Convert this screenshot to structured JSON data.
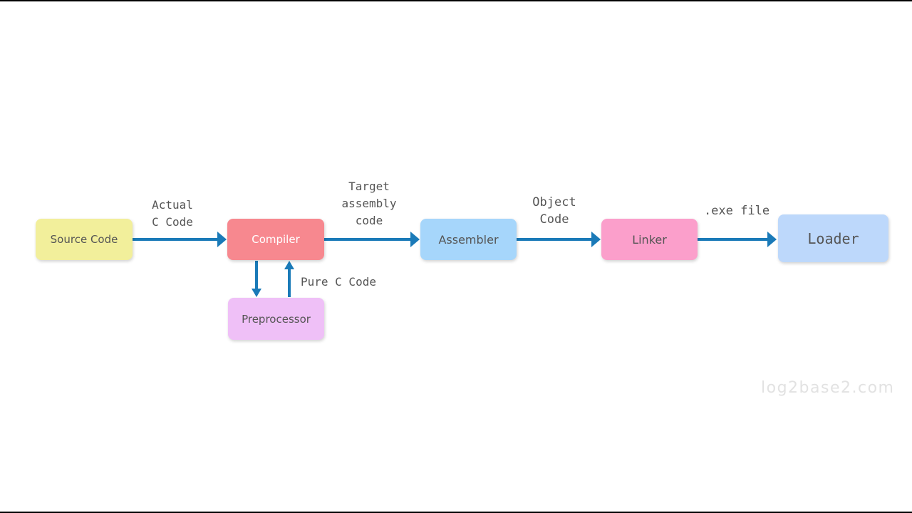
{
  "diagram": {
    "nodes": {
      "source": "Source Code",
      "compiler": "Compiler",
      "assembler": "Assembler",
      "linker": "Linker",
      "loader": "Loader",
      "preprocessor": "Preprocessor"
    },
    "edge_labels": {
      "source_to_compiler": [
        "Actual",
        "C Code"
      ],
      "compiler_to_assembler": [
        "Target",
        "assembly",
        "code"
      ],
      "assembler_to_linker": [
        "Object",
        "Code"
      ],
      "linker_to_loader": ".exe file",
      "preprocessor_to_compiler": "Pure C Code"
    },
    "arrow_color": "#1a7ab8"
  },
  "watermark": "log2base2.com"
}
